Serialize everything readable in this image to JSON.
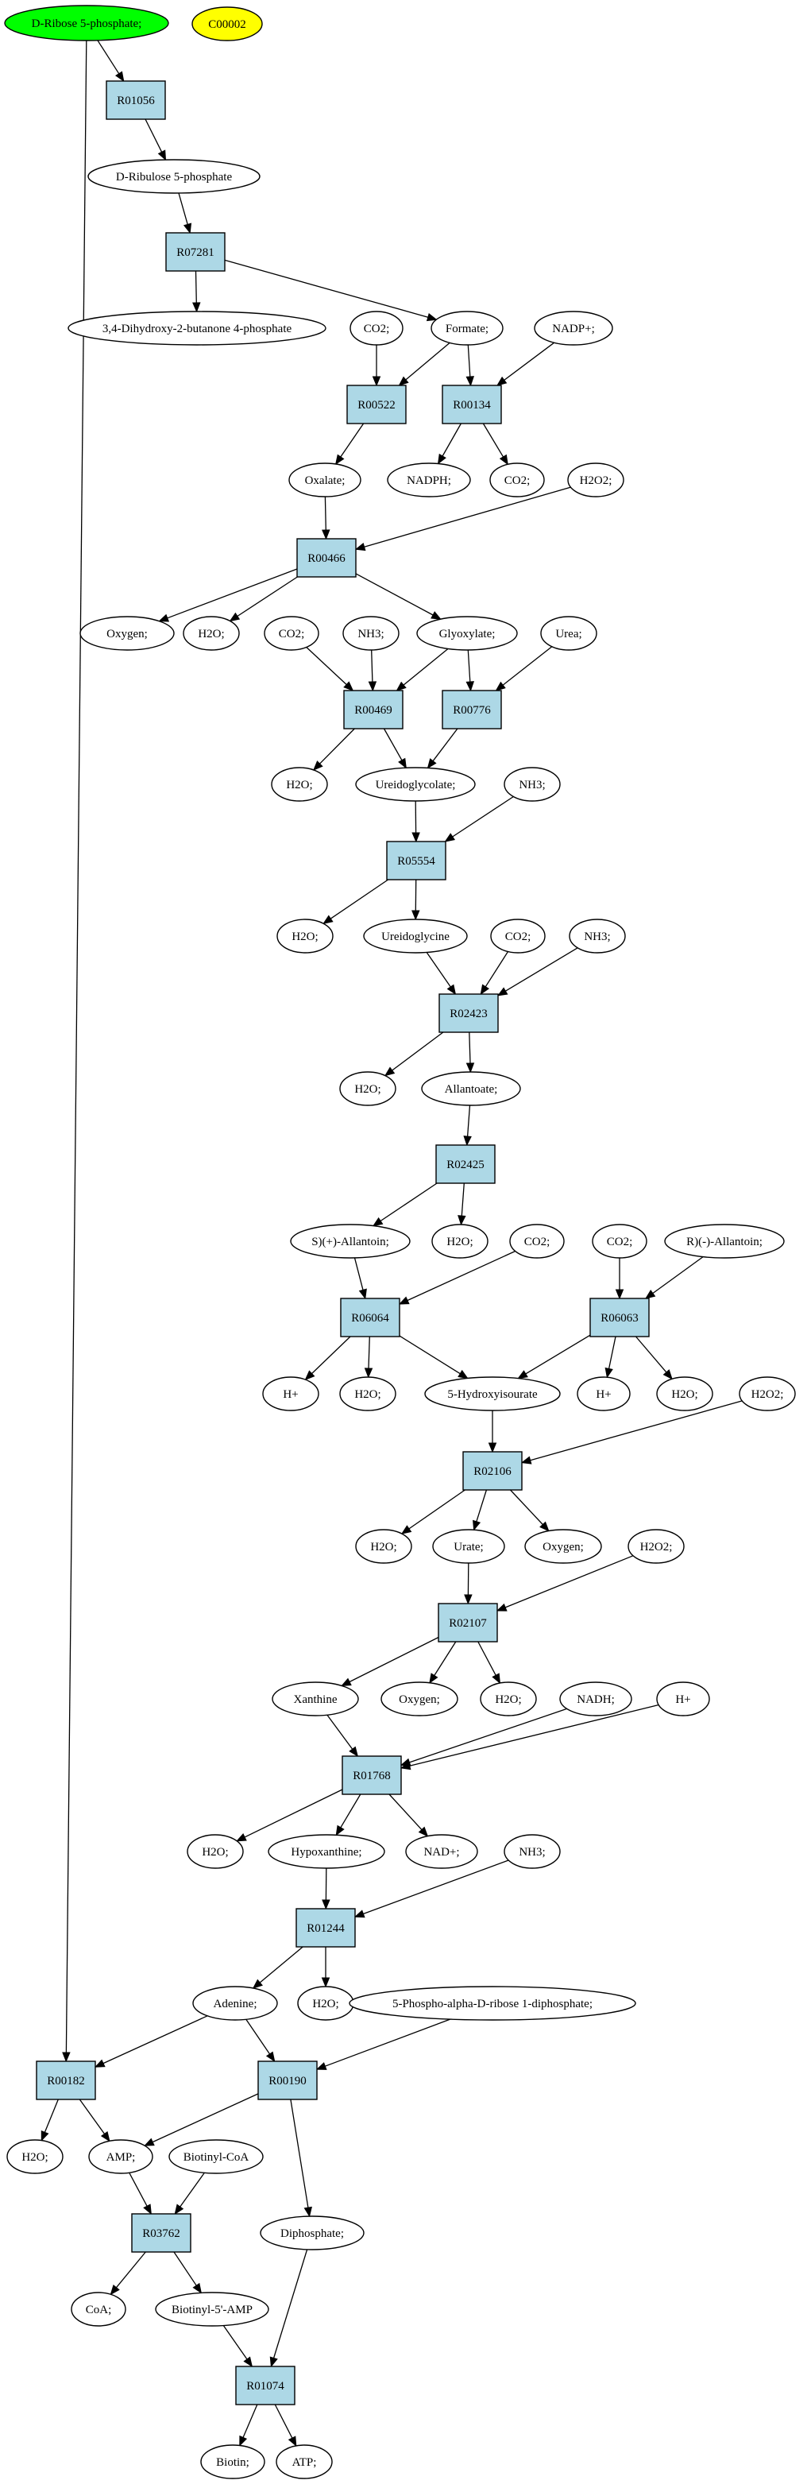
{
  "colors": {
    "reaction": "#add8e6",
    "start": "#00ff00",
    "target": "#ffff00",
    "compound": "#ffffff"
  },
  "nodes": {
    "s1": {
      "label": "D-Ribose 5-phosphate;",
      "kind": "cpd",
      "fill": "#00ff00"
    },
    "c2": {
      "label": "C00002",
      "kind": "cpd",
      "fill": "#ffff00"
    },
    "r1": {
      "label": "R01056",
      "kind": "rxn"
    },
    "n3": {
      "label": "D-Ribulose 5-phosphate",
      "kind": "cpd"
    },
    "r2": {
      "label": "R07281",
      "kind": "rxn"
    },
    "n4": {
      "label": "3,4-Dihydroxy-2-butanone 4-phosphate",
      "kind": "cpd"
    },
    "n5": {
      "label": "CO2;",
      "kind": "cpd"
    },
    "n6": {
      "label": "Formate;",
      "kind": "cpd"
    },
    "n7": {
      "label": "NADP+;",
      "kind": "cpd"
    },
    "r3": {
      "label": "R00522",
      "kind": "rxn"
    },
    "r4": {
      "label": "R00134",
      "kind": "rxn"
    },
    "n8": {
      "label": "Oxalate;",
      "kind": "cpd"
    },
    "n9": {
      "label": "NADPH;",
      "kind": "cpd"
    },
    "n10": {
      "label": "CO2;",
      "kind": "cpd"
    },
    "n11": {
      "label": "H2O2;",
      "kind": "cpd"
    },
    "r5": {
      "label": "R00466",
      "kind": "rxn"
    },
    "n12": {
      "label": "Oxygen;",
      "kind": "cpd"
    },
    "n13": {
      "label": "H2O;",
      "kind": "cpd"
    },
    "n14": {
      "label": "CO2;",
      "kind": "cpd"
    },
    "n15": {
      "label": "NH3;",
      "kind": "cpd"
    },
    "n16": {
      "label": "Glyoxylate;",
      "kind": "cpd"
    },
    "n17": {
      "label": "Urea;",
      "kind": "cpd"
    },
    "r6": {
      "label": "R00469",
      "kind": "rxn"
    },
    "r7": {
      "label": "R00776",
      "kind": "rxn"
    },
    "n18": {
      "label": "H2O;",
      "kind": "cpd"
    },
    "n19": {
      "label": "Ureidoglycolate;",
      "kind": "cpd"
    },
    "n20": {
      "label": "NH3;",
      "kind": "cpd"
    },
    "r8": {
      "label": "R05554",
      "kind": "rxn"
    },
    "n21": {
      "label": "H2O;",
      "kind": "cpd"
    },
    "n22": {
      "label": "Ureidoglycine",
      "kind": "cpd"
    },
    "n23": {
      "label": "CO2;",
      "kind": "cpd"
    },
    "n24": {
      "label": "NH3;",
      "kind": "cpd"
    },
    "r9": {
      "label": "R02423",
      "kind": "rxn"
    },
    "n25": {
      "label": "H2O;",
      "kind": "cpd"
    },
    "n26": {
      "label": "Allantoate;",
      "kind": "cpd"
    },
    "r10": {
      "label": "R02425",
      "kind": "rxn"
    },
    "n27": {
      "label": "S)(+)-Allantoin;",
      "kind": "cpd"
    },
    "n28": {
      "label": "H2O;",
      "kind": "cpd"
    },
    "n29": {
      "label": "CO2;",
      "kind": "cpd"
    },
    "n30": {
      "label": "CO2;",
      "kind": "cpd"
    },
    "n31": {
      "label": "R)(-)-Allantoin;",
      "kind": "cpd"
    },
    "r11": {
      "label": "R06064",
      "kind": "rxn"
    },
    "r12": {
      "label": "R06063",
      "kind": "rxn"
    },
    "n32": {
      "label": "H+",
      "kind": "cpd"
    },
    "n33": {
      "label": "H2O;",
      "kind": "cpd"
    },
    "n34": {
      "label": "5-Hydroxyisourate",
      "kind": "cpd"
    },
    "n35": {
      "label": "H+",
      "kind": "cpd"
    },
    "n36": {
      "label": "H2O;",
      "kind": "cpd"
    },
    "n37": {
      "label": "H2O2;",
      "kind": "cpd"
    },
    "r13": {
      "label": "R02106",
      "kind": "rxn"
    },
    "n38": {
      "label": "H2O;",
      "kind": "cpd"
    },
    "n39": {
      "label": "Urate;",
      "kind": "cpd"
    },
    "n40": {
      "label": "Oxygen;",
      "kind": "cpd"
    },
    "n41": {
      "label": "H2O2;",
      "kind": "cpd"
    },
    "r14": {
      "label": "R02107",
      "kind": "rxn"
    },
    "n42": {
      "label": "Xanthine",
      "kind": "cpd"
    },
    "n43": {
      "label": "Oxygen;",
      "kind": "cpd"
    },
    "n44": {
      "label": "H2O;",
      "kind": "cpd"
    },
    "n45": {
      "label": "NADH;",
      "kind": "cpd"
    },
    "n46": {
      "label": "H+",
      "kind": "cpd"
    },
    "r15": {
      "label": "R01768",
      "kind": "rxn"
    },
    "n47": {
      "label": "H2O;",
      "kind": "cpd"
    },
    "n48": {
      "label": "Hypoxanthine;",
      "kind": "cpd"
    },
    "n49": {
      "label": "NAD+;",
      "kind": "cpd"
    },
    "n50": {
      "label": "NH3;",
      "kind": "cpd"
    },
    "r16": {
      "label": "R01244",
      "kind": "rxn"
    },
    "n51": {
      "label": "Adenine;",
      "kind": "cpd"
    },
    "n52": {
      "label": "H2O;",
      "kind": "cpd"
    },
    "n53": {
      "label": "5-Phospho-alpha-D-ribose 1-diphosphate;",
      "kind": "cpd"
    },
    "r17": {
      "label": "R00182",
      "kind": "rxn"
    },
    "r18": {
      "label": "R00190",
      "kind": "rxn"
    },
    "n54": {
      "label": "H2O;",
      "kind": "cpd"
    },
    "n55": {
      "label": "AMP;",
      "kind": "cpd"
    },
    "n56": {
      "label": "Biotinyl-CoA",
      "kind": "cpd"
    },
    "r19": {
      "label": "R03762",
      "kind": "rxn"
    },
    "n57": {
      "label": "Diphosphate;",
      "kind": "cpd"
    },
    "n58": {
      "label": "CoA;",
      "kind": "cpd"
    },
    "n59": {
      "label": "Biotinyl-5'-AMP",
      "kind": "cpd"
    },
    "r20": {
      "label": "R01074",
      "kind": "rxn"
    },
    "n60": {
      "label": "Biotin;",
      "kind": "cpd"
    },
    "n61": {
      "label": "ATP;",
      "kind": "cpd"
    }
  },
  "edges": [
    [
      "s1",
      "r1"
    ],
    [
      "s1",
      "r17"
    ],
    [
      "r1",
      "n3"
    ],
    [
      "n3",
      "r2"
    ],
    [
      "r2",
      "n4"
    ],
    [
      "r2",
      "n6"
    ],
    [
      "n5",
      "r3"
    ],
    [
      "n6",
      "r3"
    ],
    [
      "n6",
      "r4"
    ],
    [
      "n7",
      "r4"
    ],
    [
      "r3",
      "n8"
    ],
    [
      "r4",
      "n9"
    ],
    [
      "r4",
      "n10"
    ],
    [
      "n8",
      "r5"
    ],
    [
      "n11",
      "r5"
    ],
    [
      "r5",
      "n12"
    ],
    [
      "r5",
      "n13"
    ],
    [
      "r5",
      "n16"
    ],
    [
      "n14",
      "r6"
    ],
    [
      "n15",
      "r6"
    ],
    [
      "n16",
      "r6"
    ],
    [
      "n16",
      "r7"
    ],
    [
      "n17",
      "r7"
    ],
    [
      "r6",
      "n18"
    ],
    [
      "r6",
      "n19"
    ],
    [
      "r7",
      "n19"
    ],
    [
      "n19",
      "r8"
    ],
    [
      "n20",
      "r8"
    ],
    [
      "r8",
      "n21"
    ],
    [
      "r8",
      "n22"
    ],
    [
      "n22",
      "r9"
    ],
    [
      "n23",
      "r9"
    ],
    [
      "n24",
      "r9"
    ],
    [
      "r9",
      "n25"
    ],
    [
      "r9",
      "n26"
    ],
    [
      "n26",
      "r10"
    ],
    [
      "r10",
      "n27"
    ],
    [
      "r10",
      "n28"
    ],
    [
      "n27",
      "r11"
    ],
    [
      "n29",
      "r11"
    ],
    [
      "n30",
      "r12"
    ],
    [
      "n31",
      "r12"
    ],
    [
      "r11",
      "n32"
    ],
    [
      "r11",
      "n33"
    ],
    [
      "r11",
      "n34"
    ],
    [
      "r12",
      "n34"
    ],
    [
      "r12",
      "n35"
    ],
    [
      "r12",
      "n36"
    ],
    [
      "n34",
      "r13"
    ],
    [
      "n37",
      "r13"
    ],
    [
      "r13",
      "n38"
    ],
    [
      "r13",
      "n39"
    ],
    [
      "r13",
      "n40"
    ],
    [
      "n39",
      "r14"
    ],
    [
      "n41",
      "r14"
    ],
    [
      "r14",
      "n42"
    ],
    [
      "r14",
      "n43"
    ],
    [
      "r14",
      "n44"
    ],
    [
      "n42",
      "r15"
    ],
    [
      "n45",
      "r15"
    ],
    [
      "n46",
      "r15"
    ],
    [
      "r15",
      "n47"
    ],
    [
      "r15",
      "n48"
    ],
    [
      "r15",
      "n49"
    ],
    [
      "n48",
      "r16"
    ],
    [
      "n50",
      "r16"
    ],
    [
      "r16",
      "n51"
    ],
    [
      "r16",
      "n52"
    ],
    [
      "n51",
      "r17"
    ],
    [
      "n51",
      "r18"
    ],
    [
      "n53",
      "r18"
    ],
    [
      "r17",
      "n54"
    ],
    [
      "r17",
      "n55"
    ],
    [
      "r18",
      "n55"
    ],
    [
      "r18",
      "n57"
    ],
    [
      "n55",
      "r19"
    ],
    [
      "n56",
      "r19"
    ],
    [
      "r19",
      "n58"
    ],
    [
      "r19",
      "n59"
    ],
    [
      "n59",
      "r20"
    ],
    [
      "n57",
      "r20"
    ],
    [
      "r20",
      "n60"
    ],
    [
      "r20",
      "n61"
    ]
  ]
}
